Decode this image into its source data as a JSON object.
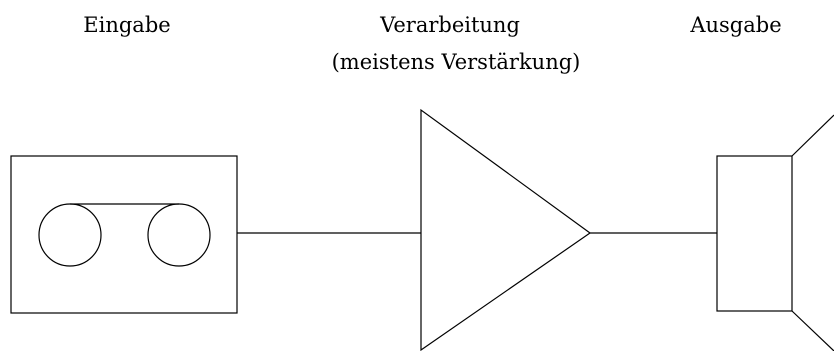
{
  "labels": {
    "input": "Eingabe",
    "processing_line1": "Verarbeitung",
    "processing_line2": "(meistens Verstärkung)",
    "output": "Ausgabe"
  },
  "diagram": {
    "components": [
      {
        "id": "cassette",
        "role": "input",
        "icon": "cassette-tape-icon"
      },
      {
        "id": "amplifier",
        "role": "processing",
        "icon": "amplifier-triangle-icon"
      },
      {
        "id": "loudspeaker",
        "role": "output",
        "icon": "loudspeaker-icon"
      }
    ],
    "connections": [
      {
        "from": "cassette",
        "to": "amplifier"
      },
      {
        "from": "amplifier",
        "to": "loudspeaker"
      }
    ],
    "colors": {
      "stroke": "#000000",
      "background": "#ffffff"
    }
  }
}
